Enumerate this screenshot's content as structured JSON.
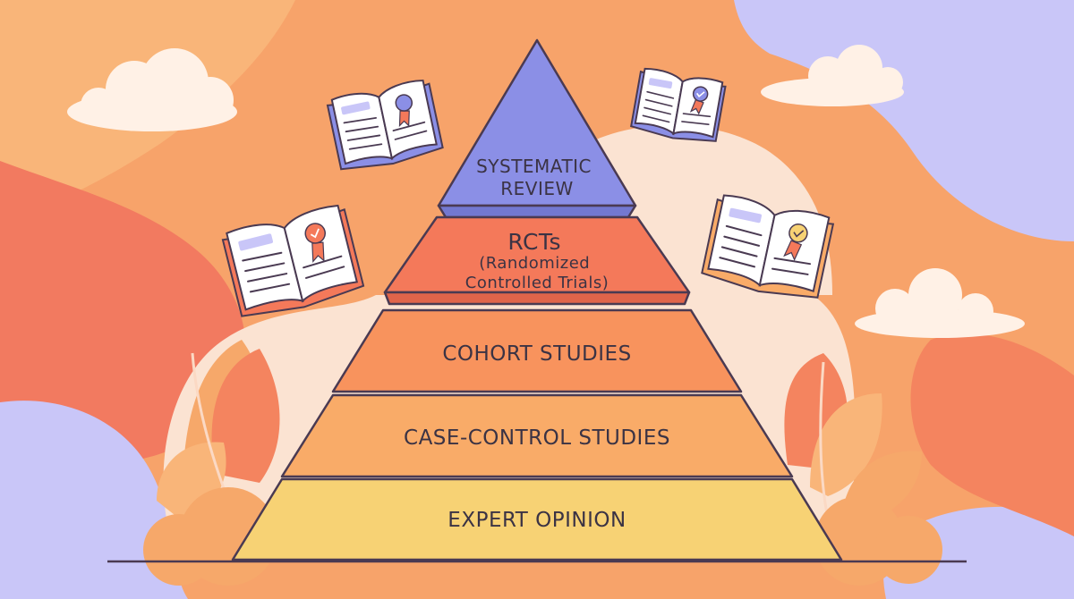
{
  "pyramid": {
    "tiers": [
      {
        "id": "systematic-review",
        "lines": [
          "SYSTEMATIC",
          "REVIEW"
        ],
        "color": "#8b8fe6"
      },
      {
        "id": "rcts",
        "lines": [
          "RCTs",
          "(Randomized",
          "Controlled Trials)"
        ],
        "color": "#f4795a"
      },
      {
        "id": "cohort-studies",
        "lines": [
          "COHORT STUDIES"
        ],
        "color": "#f8935d"
      },
      {
        "id": "case-control-studies",
        "lines": [
          "CASE-CONTROL STUDIES"
        ],
        "color": "#f9ab68"
      },
      {
        "id": "expert-opinion",
        "lines": [
          "EXPERT OPINION"
        ],
        "color": "#f7d274"
      }
    ]
  },
  "decorations": {
    "icons": [
      "open-book-icon",
      "award-ribbon-icon",
      "cloud-icon",
      "leaf-plant-icon"
    ],
    "colors": {
      "background": "#f7a36a",
      "blob_lavender": "#c9c6f8",
      "blob_coral": "#f27a60",
      "cream": "#fbe3d2",
      "cloud": "#fff1e6",
      "outline": "#4a3a52"
    }
  }
}
